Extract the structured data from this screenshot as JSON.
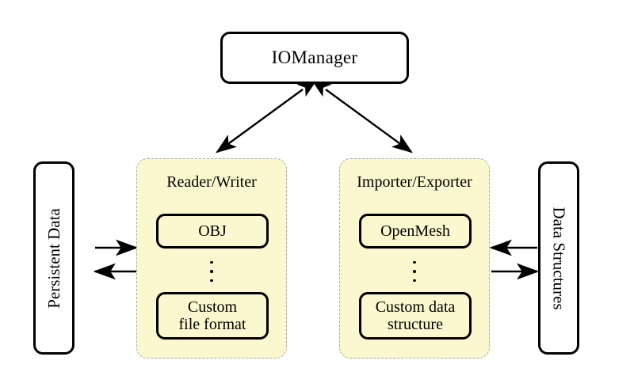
{
  "diagram": {
    "title_node": {
      "label": "IOManager"
    },
    "left_terminal": {
      "label": "Persistent Data"
    },
    "right_terminal": {
      "label": "Data Structures"
    },
    "groups": [
      {
        "id": "reader-writer",
        "title": "Reader/Writer",
        "top_item": "OBJ",
        "ellipsis": "⋮",
        "bottom_item_line1": "Custom",
        "bottom_item_line2": "file format"
      },
      {
        "id": "importer-exporter",
        "title": "Importer/Exporter",
        "top_item": "OpenMesh",
        "ellipsis": "⋮",
        "bottom_item_line1": "Custom data",
        "bottom_item_line2": "structure"
      }
    ],
    "connections": [
      {
        "name": "iomanager-to-reader-writer",
        "type": "double-headed",
        "direction": "diagonal-down-left"
      },
      {
        "name": "iomanager-to-importer-exporter",
        "type": "double-headed",
        "direction": "diagonal-down-right"
      },
      {
        "name": "persistent-data-to-reader-writer",
        "type": "single-headed",
        "direction": "right"
      },
      {
        "name": "reader-writer-to-persistent-data",
        "type": "single-headed",
        "direction": "left"
      },
      {
        "name": "data-structures-to-importer-exporter",
        "type": "single-headed",
        "direction": "left"
      },
      {
        "name": "importer-exporter-to-data-structures",
        "type": "single-headed",
        "direction": "right"
      }
    ],
    "colors": {
      "group_fill": "#fbf8cf",
      "group_border": "#a8a8a8",
      "node_border": "#000000",
      "node_fill": "#ffffff",
      "background": "#ffffff",
      "arrow": "#000000"
    }
  }
}
